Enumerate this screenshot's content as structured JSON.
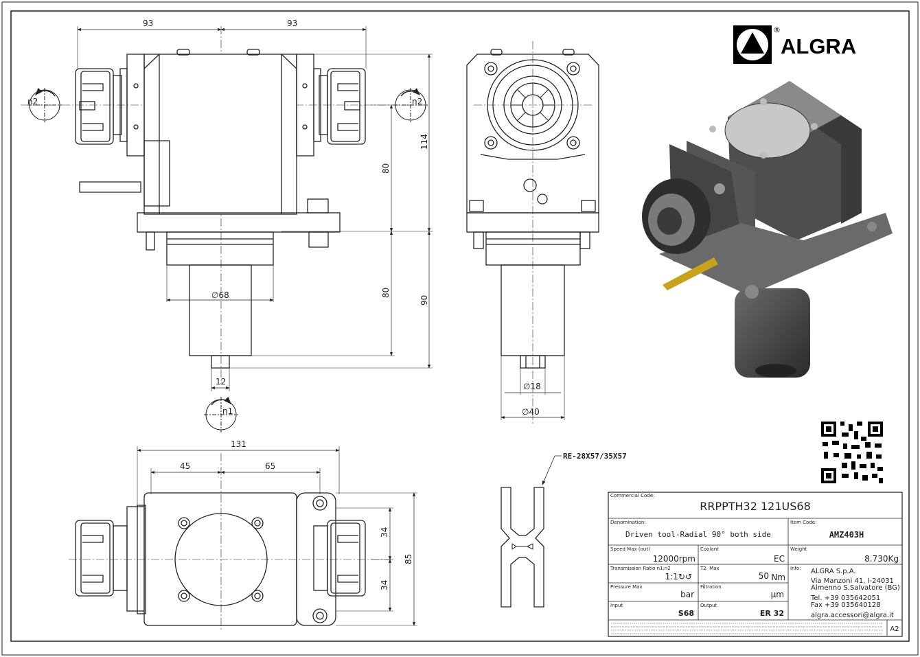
{
  "brand": {
    "name": "ALGRA",
    "registered": "®"
  },
  "views": {
    "front": {
      "dim_top_left": "93",
      "dim_top_right": "93",
      "dim_114": "114",
      "dim_80_upper": "80",
      "dim_80_lower": "80",
      "dim_90": "90",
      "dim_dia68": "∅68",
      "dim_12": "12",
      "rot_left": "n2",
      "rot_right": "n2",
      "rot_bottom": "n1"
    },
    "side": {
      "dim_dia18": "∅18",
      "dim_dia40": "∅40"
    },
    "top": {
      "dim_131": "131",
      "dim_45": "45",
      "dim_65": "65",
      "dim_34_upper": "34",
      "dim_34_lower": "34",
      "dim_85": "85"
    },
    "key": {
      "callout": "RE-28X57/35X57"
    }
  },
  "title_block": {
    "commercial_code_label": "Commercial Code:",
    "commercial_code": "RRPPTH32 121US68",
    "denomination_label": "Denomination:",
    "denomination": "Driven tool-Radial 90° both side",
    "item_code_label": "Item Code:",
    "item_code": "AMZ403H",
    "speed_label": "Speed Max (out)",
    "speed": "12000rpm",
    "coolant_label": "Coolant",
    "coolant": "EC",
    "weight_label": "Weight",
    "weight": "8.730Kg",
    "ratio_label": "Transmission Ratio n1:n2",
    "ratio": "1:1↻↺",
    "torque_label": "T2. Max",
    "torque": "50",
    "torque_unit": "Nm",
    "pressure_label": "Pressure Max",
    "pressure_unit": "bar",
    "filtration_label": "Filtration",
    "filtration_unit": "µm",
    "input_label": "Input",
    "input": "S68",
    "output_label": "Output",
    "output": "ER 32",
    "info_label": "Info:",
    "info_lines": [
      "ALGRA S.p.A.",
      "Via Manzoni 41, I-24031",
      "Almenno S.Salvatore (BG)",
      "Tel. +39 035642051",
      "Fax +39 035640128",
      "algra.accessori@algra.it"
    ],
    "sheet_size": "A2"
  }
}
